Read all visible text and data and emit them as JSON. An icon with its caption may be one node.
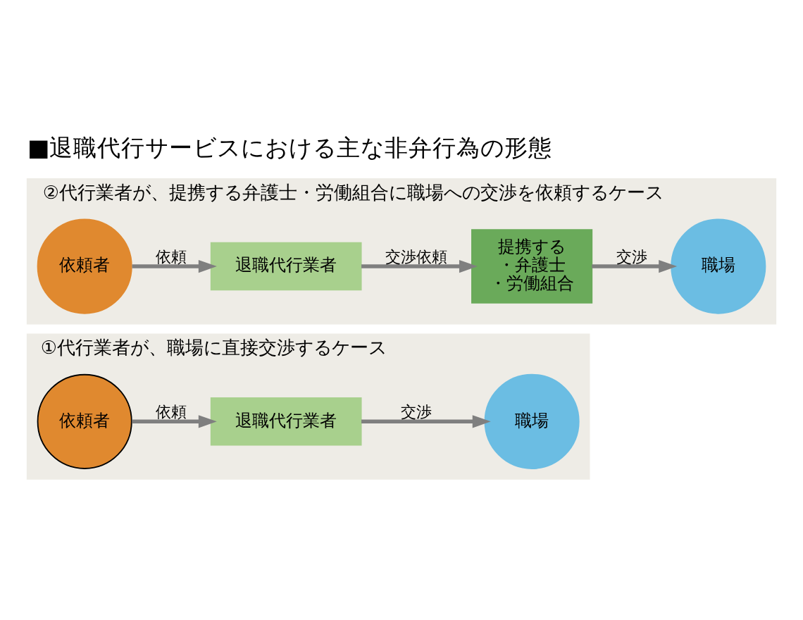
{
  "diagram": {
    "title": "■退職代行サービスにおける主な非弁行為の形態",
    "nodes": [
      {
        "text": [
          "①代行業者が、職場に直接交渉するケース"
        ]
      },
      {
        "text": [
          "依頼者"
        ],
        "in": 0
      },
      {
        "text": [
          "退職代行業者"
        ],
        "in": 0
      },
      {
        "text": [
          "職場"
        ],
        "in": 0
      },
      {
        "text": [
          "②代行業者が、提携する弁護士・労働組合に職場への交渉を依頼するケース"
        ]
      },
      {
        "text": [
          "依頼者"
        ],
        "in": 4
      },
      {
        "text": [
          "退職代行業者"
        ],
        "in": 4
      },
      {
        "text": [
          "職場"
        ],
        "in": 4
      },
      {
        "text": [
          "提携する",
          "・弁護士",
          "・労働組合"
        ],
        "in": 4
      }
    ],
    "edges": [
      {
        "from": 1,
        "to": 2,
        "arrow": "to",
        "label": "依頼"
      },
      {
        "from": 2,
        "to": 3,
        "arrow": "to",
        "label": "交渉"
      },
      {
        "from": 5,
        "to": 6,
        "arrow": "to",
        "label": "依頼"
      },
      {
        "from": 6,
        "to": 8,
        "arrow": "to",
        "label": "交渉依頼"
      },
      {
        "from": 8,
        "to": 7,
        "arrow": "to",
        "label": "交渉"
      }
    ]
  }
}
